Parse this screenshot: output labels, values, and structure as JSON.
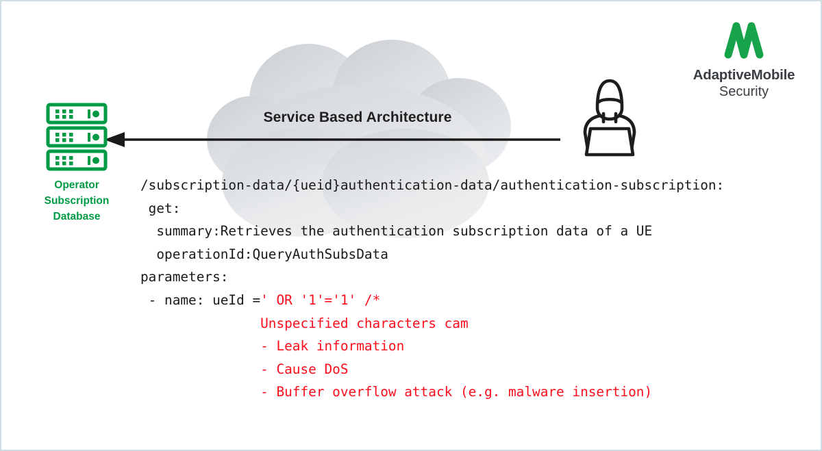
{
  "page": {
    "border_color": "#cfdde2",
    "background": "#ffffff"
  },
  "cloud": {
    "title": "Service Based Architecture",
    "fill_light": "#e9ebee",
    "fill_dark": "#cfd3d8"
  },
  "database": {
    "icon": "server-stack-icon",
    "label_line1": "Operator",
    "label_line2": "Subscription",
    "label_line3": "Database",
    "color": "#009a44"
  },
  "attacker": {
    "icon": "hooded-hacker-with-laptop-icon",
    "color": "#1d1d1d"
  },
  "arrow": {
    "icon": "left-arrow-icon",
    "direction": "left",
    "color": "#1a1a1a"
  },
  "brand": {
    "mark": "adaptivemobile-m-logo-icon",
    "name": "AdaptiveMobile",
    "subtitle": "Security",
    "mark_color": "#16a34a",
    "text_color": "#3b3f44"
  },
  "code": {
    "accent_red": "#fc0d1b",
    "text_color": "#1a1a1a",
    "lines": [
      {
        "id": "path",
        "black": "/subscription-data/{ueid}authentication-data/authentication-subscription:",
        "red": ""
      },
      {
        "id": "get",
        "black": " get:",
        "red": ""
      },
      {
        "id": "summary",
        "black": "  summary:Retrieves the authentication subscription data of a UE",
        "red": ""
      },
      {
        "id": "operationid",
        "black": "  operationId:QueryAuthSubsData",
        "red": ""
      },
      {
        "id": "parameters",
        "black": "parameters:",
        "red": ""
      },
      {
        "id": "injection",
        "black": " - name: ueId =",
        "red": "' OR '1'='1' /*"
      },
      {
        "id": "unspecified",
        "black": "",
        "red": "               Unspecified characters cam"
      },
      {
        "id": "leak",
        "black": "",
        "red": "               - Leak information"
      },
      {
        "id": "dos",
        "black": "",
        "red": "               - Cause DoS"
      },
      {
        "id": "overflow",
        "black": "",
        "red": "               - Buffer overflow attack (e.g. malware insertion)"
      }
    ]
  }
}
